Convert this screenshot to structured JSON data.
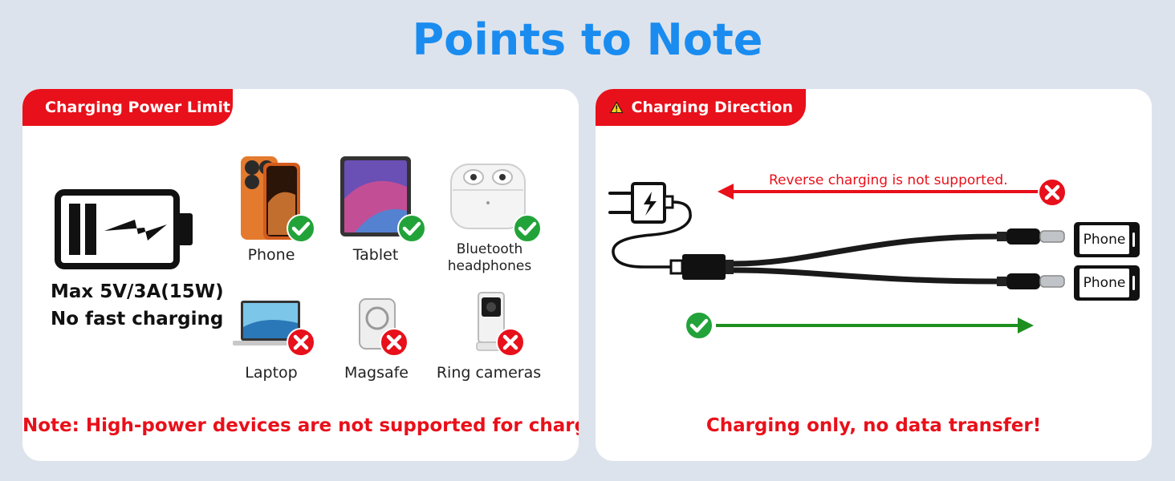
{
  "title": "Points to Note",
  "left_panel": {
    "tab_label": "Charging Power Limit",
    "spec_line1": "Max 5V/3A(15W)",
    "spec_line2": "No fast charging",
    "supported": [
      {
        "label": "Phone",
        "icon": "phone-icon"
      },
      {
        "label": "Tablet",
        "icon": "tablet-icon"
      },
      {
        "label": "Bluetooth headphones",
        "label_line1": "Bluetooth",
        "label_line2": "headphones",
        "icon": "earbuds-icon"
      }
    ],
    "unsupported": [
      {
        "label": "Laptop",
        "icon": "laptop-icon"
      },
      {
        "label": "Magsafe",
        "icon": "magsafe-icon"
      },
      {
        "label": "Ring cameras",
        "icon": "camera-icon"
      }
    ],
    "note": "Note: High-power devices are not supported for charging."
  },
  "right_panel": {
    "tab_label": "Charging Direction",
    "reverse_text": "Reverse charging is not supported.",
    "phone1_label": "Phone",
    "phone2_label": "Phone",
    "note": "Charging only, no data transfer!"
  },
  "colors": {
    "title_blue": "#1a8cf0",
    "accent_red": "#e8101a",
    "ok_green": "#22a33a",
    "forward_green": "#1e8f1e",
    "background": "#dde3ec"
  }
}
